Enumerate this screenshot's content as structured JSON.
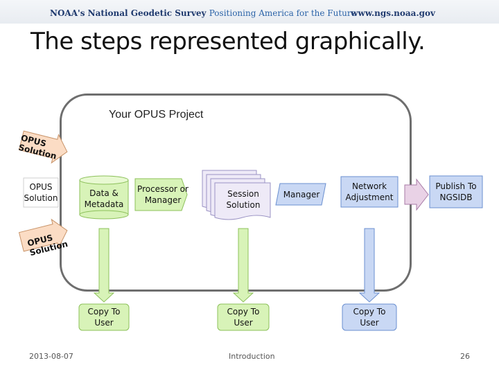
{
  "header": {
    "agency": "NOAA's National Geodetic Survey",
    "tagline": "Positioning America for the Future",
    "website": "www.ngs.noaa.gov"
  },
  "slide": {
    "title": "The steps represented graphically.",
    "project_label": "Your OPUS Project"
  },
  "diagram": {
    "incoming_solution_top": "OPUS Solution",
    "incoming_solution_bottom": "OPUS Solution",
    "opus_solution": "OPUS Solution",
    "data_metadata": "Data & Metadata",
    "processor_manager": "Processor or Manager",
    "session_solution": "Session Solution",
    "manager": "Manager",
    "network_adjustment": "Network Adjustment",
    "publish": "Publish To NGSIDB",
    "copy_1": "Copy To User",
    "copy_2": "Copy To User",
    "copy_3": "Copy To User"
  },
  "footer": {
    "date": "2013-08-07",
    "section": "Introduction",
    "page": "26"
  },
  "colors": {
    "frame_border": "#6e6e6e",
    "green_fill": "#d8f3b8",
    "green_border": "#8cc05a",
    "blue_fill": "#c9d8f4",
    "blue_border": "#6a8fd0",
    "lavender_fill": "#eeeaf7",
    "lavender_border": "#9b93c4",
    "pink_fill": "#e9d2e6",
    "pink_border": "#a77aa6",
    "peach_fill": "#fbdcc4",
    "peach_border": "#c89368"
  }
}
